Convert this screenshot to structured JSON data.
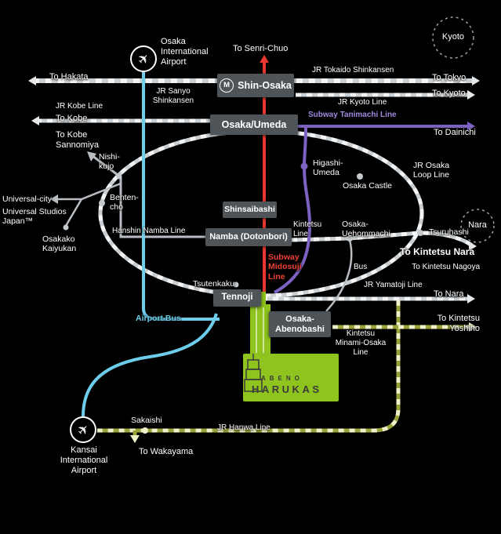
{
  "colors": {
    "background": "#000000",
    "station_box": "#4e5458",
    "jr_rail_light": "#c9cfd3",
    "jr_rail_dash": "#f2f4f5",
    "olive_rail": "#9aa23c",
    "olive_rail_dash": "#eef0c8",
    "midosuji_red": "#e8382f",
    "tanimachi_purple": "#7d62c3",
    "airport_bus_cyan": "#6ecdea",
    "harukas_green": "#8fc31e"
  },
  "icons": {
    "airplane": "✈",
    "metro": "M"
  },
  "airports": {
    "osaka": "Osaka\nInternational\nAirport",
    "kansai": "Kansai\nInternational\nAirport"
  },
  "boxes": {
    "shin_osaka": "Shin-Osaka",
    "osaka_umeda": "Osaka/Umeda",
    "shinsaibashi": "Shinsaibashi",
    "namba": "Namba (Dotonbori)",
    "tennoji": "Tennoji",
    "abenobashi": "Osaka-\nAbenobashi"
  },
  "stations": {
    "nishi_kujo": "Nishi-\nkujo",
    "higashi_umeda": "Higashi-\nUmeda",
    "osaka_castle": "Osaka Castle",
    "bentencho": "Benten-\ncho",
    "uehommachi": "Osaka-\nUehommachi",
    "tsuruhashi": "Tsuruhashi",
    "tsutenkaku": "Tsutenkaku",
    "sakaishi": "Sakaishi",
    "kaiyukan": "Osakako\nKaiyukan",
    "universal_city": "Universal-city",
    "usj": "Universal Studios\nJapan™"
  },
  "areas": {
    "kyoto": "Kyoto",
    "nara": "Nara"
  },
  "lines": {
    "jr_tokaido": "JR Tokaido Shinkansen",
    "jr_sanyo": "JR Sanyo\nShinkansen",
    "jr_kyoto": "JR Kyoto Line",
    "jr_kobe": "JR Kobe Line",
    "tanimachi": "Subway Tanimachi Line",
    "loop": "JR Osaka\nLoop Line",
    "hanshin": "Hanshin Namba Line",
    "kintetsu": "Kintetsu\nLine",
    "midosuji": "Subway\nMidosuji\nLine",
    "bus": "Bus",
    "yamatoji": "JR Yamatoji Line",
    "minami_osaka": "Kintetsu\nMinami-Osaka\nLine",
    "hanwa": "JR Hanwa Line",
    "airport_bus": "Airport Bus"
  },
  "destinations": {
    "senri_chuo": "To Senri-Chuo",
    "hakata": "To Hakata",
    "tokyo": "To Tokyo",
    "kyoto": "To Kyoto",
    "kobe": "To Kobe",
    "kobe_sannomiya": "To Kobe\nSannomiya",
    "dainichi": "To Dainichi",
    "kintetsu_nara": "To Kintetsu Nara",
    "kintetsu_nagoya": "To Kintetsu Nagoya",
    "nara": "To Nara",
    "kintetsu_yoshino": "To Kintetsu\nYoshino",
    "wakayama": "To Wakayama"
  },
  "landmark": {
    "abeno": "ABENO",
    "harukas": "HARUKAS"
  }
}
